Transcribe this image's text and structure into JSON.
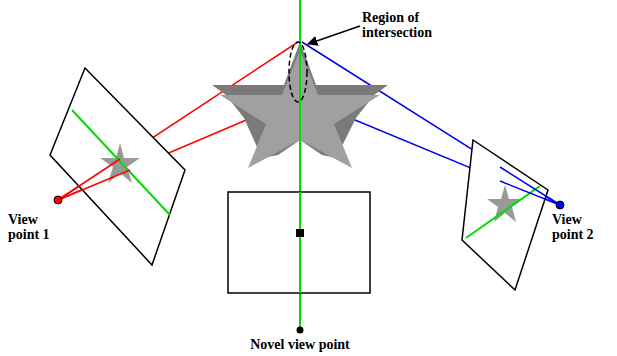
{
  "diagram": {
    "labels": [
      "Region of intersection",
      "View point 1",
      "View point 2",
      "Novel view point"
    ]
  }
}
